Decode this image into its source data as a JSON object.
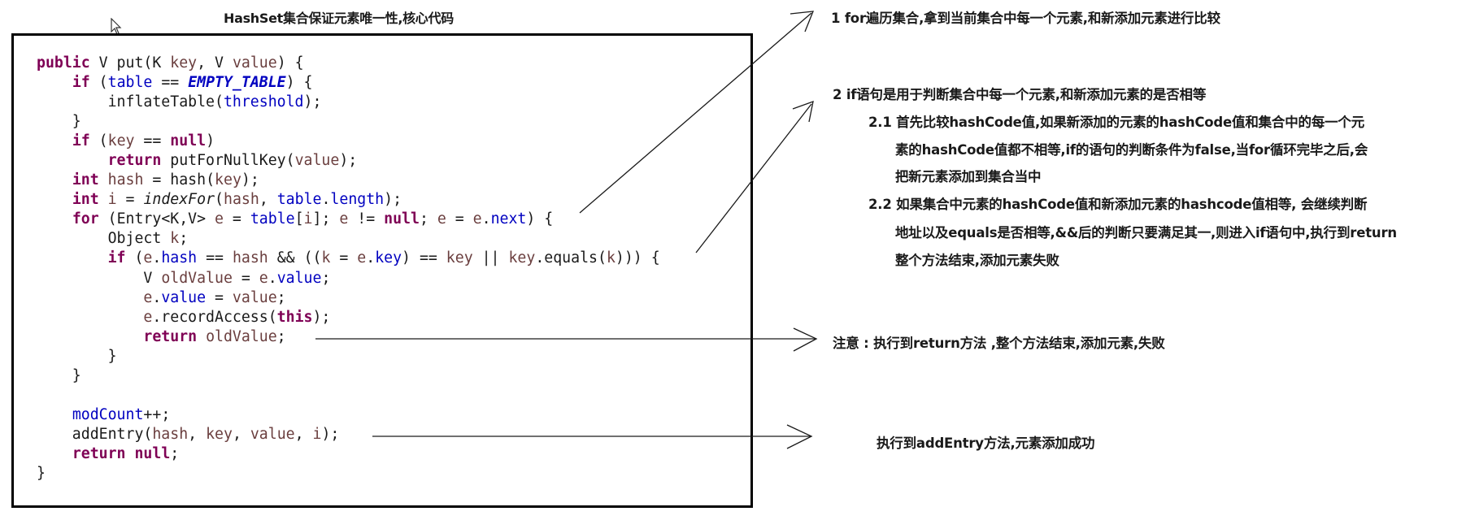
{
  "title": "HashSet集合保证元素唯一性,核心代码",
  "code": {
    "lines": [
      [
        {
          "t": "public",
          "c": "kw"
        },
        {
          "t": " V put(K "
        },
        {
          "t": "key",
          "c": "var"
        },
        {
          "t": ", V "
        },
        {
          "t": "value",
          "c": "var"
        },
        {
          "t": ") {"
        }
      ],
      [
        {
          "t": "    "
        },
        {
          "t": "if",
          "c": "kw"
        },
        {
          "t": " ("
        },
        {
          "t": "table",
          "c": "fld"
        },
        {
          "t": " == "
        },
        {
          "t": "EMPTY_TABLE",
          "c": "cst"
        },
        {
          "t": ") {"
        }
      ],
      [
        {
          "t": "        inflateTable("
        },
        {
          "t": "threshold",
          "c": "fld"
        },
        {
          "t": ");"
        }
      ],
      [
        {
          "t": "    }"
        }
      ],
      [
        {
          "t": "    "
        },
        {
          "t": "if",
          "c": "kw"
        },
        {
          "t": " ("
        },
        {
          "t": "key",
          "c": "var"
        },
        {
          "t": " == "
        },
        {
          "t": "null",
          "c": "kw"
        },
        {
          "t": ")"
        }
      ],
      [
        {
          "t": "        "
        },
        {
          "t": "return",
          "c": "kw"
        },
        {
          "t": " putForNullKey("
        },
        {
          "t": "value",
          "c": "var"
        },
        {
          "t": ");"
        }
      ],
      [
        {
          "t": "    "
        },
        {
          "t": "int",
          "c": "kw"
        },
        {
          "t": " "
        },
        {
          "t": "hash",
          "c": "var"
        },
        {
          "t": " = hash("
        },
        {
          "t": "key",
          "c": "var"
        },
        {
          "t": ");"
        }
      ],
      [
        {
          "t": "    "
        },
        {
          "t": "int",
          "c": "kw"
        },
        {
          "t": " "
        },
        {
          "t": "i",
          "c": "var"
        },
        {
          "t": " = "
        },
        {
          "t": "indexFor",
          "c": "itl"
        },
        {
          "t": "("
        },
        {
          "t": "hash",
          "c": "var"
        },
        {
          "t": ", "
        },
        {
          "t": "table",
          "c": "fld"
        },
        {
          "t": "."
        },
        {
          "t": "length",
          "c": "fld"
        },
        {
          "t": ");"
        }
      ],
      [
        {
          "t": "    "
        },
        {
          "t": "for",
          "c": "kw"
        },
        {
          "t": " (Entry<K,V> "
        },
        {
          "t": "e",
          "c": "var"
        },
        {
          "t": " = "
        },
        {
          "t": "table",
          "c": "fld"
        },
        {
          "t": "["
        },
        {
          "t": "i",
          "c": "var"
        },
        {
          "t": "]; "
        },
        {
          "t": "e",
          "c": "var"
        },
        {
          "t": " != "
        },
        {
          "t": "null",
          "c": "kw"
        },
        {
          "t": "; "
        },
        {
          "t": "e",
          "c": "var"
        },
        {
          "t": " = "
        },
        {
          "t": "e",
          "c": "var"
        },
        {
          "t": "."
        },
        {
          "t": "next",
          "c": "fld"
        },
        {
          "t": ") {"
        }
      ],
      [
        {
          "t": "        Object "
        },
        {
          "t": "k",
          "c": "var"
        },
        {
          "t": ";"
        }
      ],
      [
        {
          "t": "        "
        },
        {
          "t": "if",
          "c": "kw"
        },
        {
          "t": " ("
        },
        {
          "t": "e",
          "c": "var"
        },
        {
          "t": "."
        },
        {
          "t": "hash",
          "c": "fld"
        },
        {
          "t": " == "
        },
        {
          "t": "hash",
          "c": "var"
        },
        {
          "t": " && (("
        },
        {
          "t": "k",
          "c": "var"
        },
        {
          "t": " = "
        },
        {
          "t": "e",
          "c": "var"
        },
        {
          "t": "."
        },
        {
          "t": "key",
          "c": "fld"
        },
        {
          "t": ") == "
        },
        {
          "t": "key",
          "c": "var"
        },
        {
          "t": " || "
        },
        {
          "t": "key",
          "c": "var"
        },
        {
          "t": ".equals("
        },
        {
          "t": "k",
          "c": "var"
        },
        {
          "t": "))) {"
        }
      ],
      [
        {
          "t": "            V "
        },
        {
          "t": "oldValue",
          "c": "var"
        },
        {
          "t": " = "
        },
        {
          "t": "e",
          "c": "var"
        },
        {
          "t": "."
        },
        {
          "t": "value",
          "c": "fld"
        },
        {
          "t": ";"
        }
      ],
      [
        {
          "t": "            "
        },
        {
          "t": "e",
          "c": "var"
        },
        {
          "t": "."
        },
        {
          "t": "value",
          "c": "fld"
        },
        {
          "t": " = "
        },
        {
          "t": "value",
          "c": "var"
        },
        {
          "t": ";"
        }
      ],
      [
        {
          "t": "            "
        },
        {
          "t": "e",
          "c": "var"
        },
        {
          "t": ".recordAccess("
        },
        {
          "t": "this",
          "c": "kw"
        },
        {
          "t": ");"
        }
      ],
      [
        {
          "t": "            "
        },
        {
          "t": "return",
          "c": "kw"
        },
        {
          "t": " "
        },
        {
          "t": "oldValue",
          "c": "var"
        },
        {
          "t": ";"
        }
      ],
      [
        {
          "t": "        }"
        }
      ],
      [
        {
          "t": "    }"
        }
      ],
      [
        {
          "t": ""
        }
      ],
      [
        {
          "t": "    "
        },
        {
          "t": "modCount",
          "c": "fld"
        },
        {
          "t": "++;"
        }
      ],
      [
        {
          "t": "    addEntry("
        },
        {
          "t": "hash",
          "c": "var"
        },
        {
          "t": ", "
        },
        {
          "t": "key",
          "c": "var"
        },
        {
          "t": ", "
        },
        {
          "t": "value",
          "c": "var"
        },
        {
          "t": ", "
        },
        {
          "t": "i",
          "c": "var"
        },
        {
          "t": ");"
        }
      ],
      [
        {
          "t": "    "
        },
        {
          "t": "return",
          "c": "kw"
        },
        {
          "t": " "
        },
        {
          "t": "null",
          "c": "kw"
        },
        {
          "t": ";"
        }
      ],
      [
        {
          "t": "}"
        }
      ]
    ]
  },
  "notes": {
    "n1": "1   for遍历集合,拿到当前集合中每一个元素,和新添加元素进行比较",
    "n2": "2   if语句是用于判断集合中每一个元素,和新添加元素的是否相等",
    "n21a": "2.1  首先比较hashCode值,如果新添加的元素的hashCode值和集合中的每一个元",
    "n21b": "素的hashCode值都不相等,if的语句的判断条件为false,当for循环完毕之后,会",
    "n21c": "把新元素添加到集合当中",
    "n22a": "2.2  如果集合中元素的hashCode值和新添加元素的hashcode值相等, 会继续判断",
    "n22b": "地址以及equals是否相等,&&后的判断只要满足其一,则进入if语句中,执行到return",
    "n22c": "整个方法结束,添加元素失败",
    "n3": "注意 : 执行到return方法 ,整个方法结束,添加元素,失败",
    "n4": "执行到addEntry方法,元素添加成功"
  },
  "icons": {
    "cursor": "mouse-pointer-icon"
  },
  "colors": {
    "keyword": "#7f0055",
    "field": "#0000c0",
    "local": "#6a3e3e"
  }
}
